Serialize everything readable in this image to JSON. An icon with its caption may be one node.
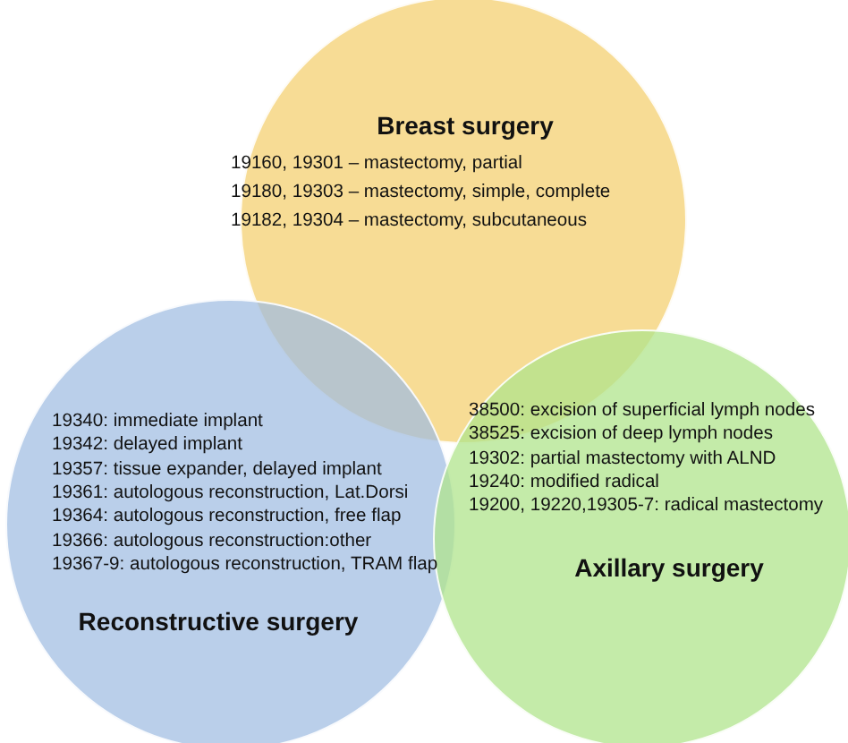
{
  "diagram": {
    "nodes": [
      {
        "text": [
          "Breast surgery",
          "19160, 19301 – mastectomy, partial",
          "19180, 19303 – mastectomy, simple, complete",
          "19182, 19304 – mastectomy, subcutaneous"
        ]
      },
      {
        "text": [
          "19340: immediate implant",
          "19342: delayed implant",
          "19357: tissue expander,  delayed implant",
          "19361: autologous reconstruction, Lat.Dorsi",
          "19364: autologous reconstruction, free flap",
          "19366: autologous reconstruction:other",
          "19367-9: autologous reconstruction, TRAM flap",
          "Reconstructive surgery"
        ]
      },
      {
        "text": [
          "38500: excision of superficial lymph nodes",
          "38525: excision of deep lymph nodes",
          "19302: partial mastectomy with ALND",
          "19240: modified radical",
          "19200, 19220,19305-7: radical mastectomy",
          "Axillary surgery"
        ]
      }
    ]
  }
}
